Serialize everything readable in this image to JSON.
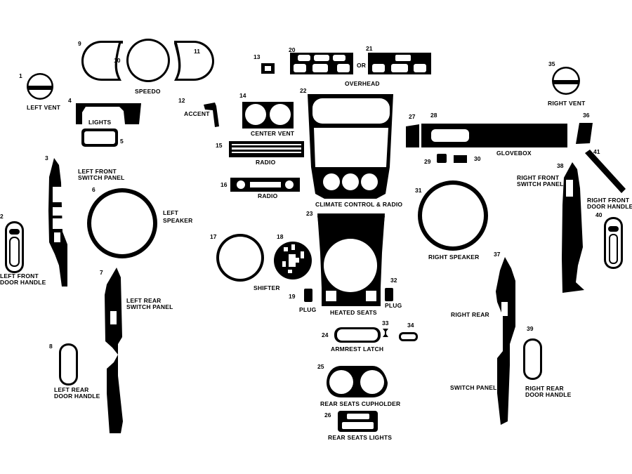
{
  "colors": {
    "ink": "#000000",
    "paper": "#ffffff"
  },
  "numbers": {
    "n1": "1",
    "n2": "2",
    "n3": "3",
    "n4": "4",
    "n5": "5",
    "n6": "6",
    "n7": "7",
    "n8": "8",
    "n9": "9",
    "n10": "10",
    "n11": "11",
    "n12": "12",
    "n13": "13",
    "n14": "14",
    "n15": "15",
    "n16": "16",
    "n17": "17",
    "n18": "18",
    "n19": "19",
    "n20": "20",
    "n21": "21",
    "n22": "22",
    "n23": "23",
    "n24": "24",
    "n25": "25",
    "n26": "26",
    "n27": "27",
    "n28": "28",
    "n29": "29",
    "n30": "30",
    "n31": "31",
    "n32": "32",
    "n33": "33",
    "n34": "34",
    "n35": "35",
    "n36": "36",
    "n37": "37",
    "n38": "38",
    "n39": "39",
    "n40": "40",
    "n41": "41"
  },
  "labels": {
    "left_vent": "LEFT VENT",
    "lights": "LIGHTS",
    "speedo": "SPEEDO",
    "accent": "ACCENT",
    "center_vent": "CENTER VENT",
    "or": "OR",
    "overhead": "OVERHEAD",
    "right_vent": "RIGHT VENT",
    "radio_1": "RADIO",
    "radio_2": "RADIO",
    "glovebox": "GLOVEBOX",
    "left_front_switch_panel_1": "LEFT FRONT",
    "left_front_switch_panel_2": "SWITCH PANEL",
    "left_speaker_1": "LEFT",
    "left_speaker_2": "SPEAKER",
    "climate_control_radio": "CLIMATE CONTROL & RADIO",
    "right_front_switch_panel_1": "RIGHT FRONT",
    "right_front_switch_panel_2": "SWITCH PANEL",
    "right_front_door_handle_1": "RIGHT FRONT",
    "right_front_door_handle_2": "DOOR HANDLE",
    "left_front_door_handle_1": "LEFT FRONT",
    "left_front_door_handle_2": "DOOR HANDLE",
    "right_speaker": "RIGHT SPEAKER",
    "shifter": "SHIFTER",
    "left_rear_switch_panel_1": "LEFT REAR",
    "left_rear_switch_panel_2": "SWITCH PANEL",
    "plug_left": "PLUG",
    "heated_seats": "HEATED SEATS",
    "plug_right": "PLUG",
    "right_rear": "RIGHT REAR",
    "armrest_latch": "ARMREST LATCH",
    "left_rear_door_handle_1": "LEFT REAR",
    "left_rear_door_handle_2": "DOOR HANDLE",
    "switch_panel": "SWITCH PANEL",
    "right_rear_door_handle_1": "RIGHT REAR",
    "right_rear_door_handle_2": "DOOR HANDLE",
    "rear_seats_cupholder": "REAR SEATS CUPHOLDER",
    "rear_seats_lights": "REAR SEATS LIGHTS"
  }
}
